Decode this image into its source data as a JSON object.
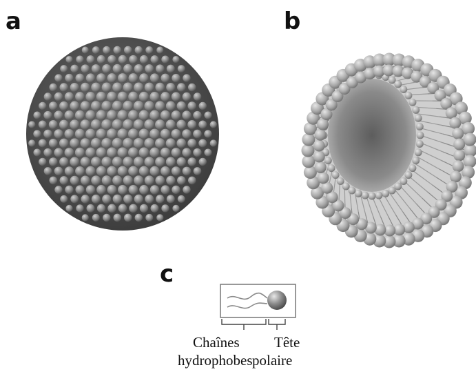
{
  "panels": {
    "a": "a",
    "b": "b",
    "c": "c"
  },
  "legend": {
    "chains_line1": "Chaînes",
    "chains_line2": "hydrophobes",
    "head_line1": "Tête",
    "head_line2": "polaire"
  },
  "colors": {
    "micelle_sphere": "#7a7a7a",
    "liposome_head": "#9a9a9a",
    "tail": "#888888",
    "frame": "#777777"
  }
}
